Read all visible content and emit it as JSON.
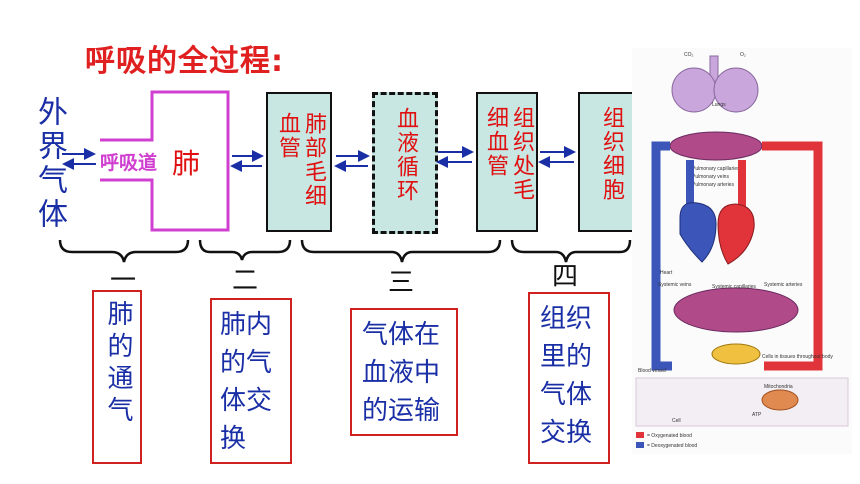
{
  "title": "呼吸的全过程:",
  "outer_air": "外界气体",
  "airway": "呼吸道",
  "lung": "肺",
  "boxes": {
    "lung_capillary": "肺部毛细血管",
    "blood_circulation": "血液循环",
    "tissue_capillary": "组织处毛细血管",
    "tissue_cell": "组织细胞"
  },
  "steps": [
    {
      "number": "一",
      "label": "肺的通气"
    },
    {
      "number": "二",
      "label": "肺内的气体交换"
    },
    {
      "number": "三",
      "label": "气体在血液中的运输"
    },
    {
      "number": "四",
      "label": "组织里的气体交换"
    }
  ],
  "figure": {
    "lungs": "Lungs",
    "co2": "CO₂",
    "o2": "O₂",
    "pulmonary_capillaries": "Pulmonary capillaries",
    "pulmonary_veins": "Pulmonary veins",
    "pulmonary_arteries": "Pulmonary arteries",
    "heart": "Heart",
    "systemic_veins": "Systemic veins",
    "systemic_arteries": "Systemic arteries",
    "systemic_capillaries": "Systemic capillaries",
    "blood_vessel": "Blood vessel",
    "cells_in_tissues": "Cells in tissues throughout body",
    "mitochondria": "Mitochondria",
    "atp": "ATP",
    "cell": "Cell",
    "oxygenated": "= Oxygenated blood",
    "deoxygenated": "= Deoxygenated blood",
    "colors": {
      "oxygenated": "#e0343a",
      "deoxygenated": "#3b56b8",
      "lung": "#c9a6dc"
    }
  }
}
